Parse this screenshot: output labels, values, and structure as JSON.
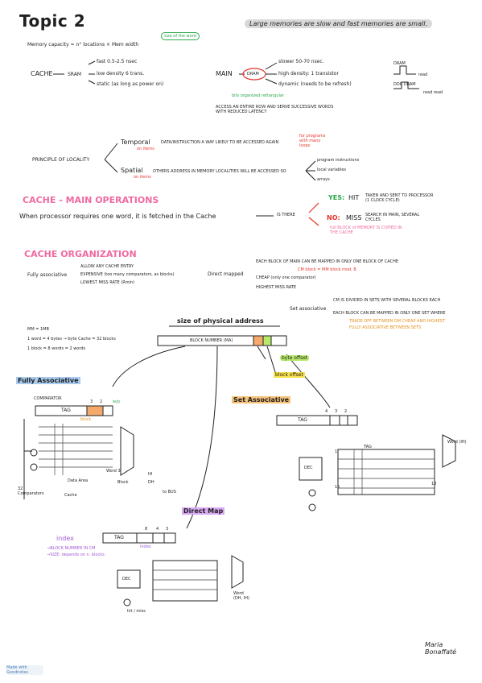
{
  "title": "Topic 2",
  "note_top": "Large memories are slow and fast memories are small.",
  "memory_capacity": "Memory capacity = n° locations × Mem width",
  "size_of_the_word": "size of the word",
  "cache": {
    "label": "CACHE",
    "tech": "SRAM",
    "items": [
      "fast 0.5-2.5 nsec",
      "low density 6 trans.",
      "static (as long as power on)"
    ]
  },
  "main": {
    "label": "MAIN",
    "tech": "DRAM",
    "items": [
      "slower 50-70 nsec.",
      "high density: 1 transistor",
      "dynamic (needs to be refresh)"
    ],
    "organized": "bits organized rettangular",
    "access": "ACCESS AN ENTIRE ROW AND SERVE SUCCESSIVE WORDS WITH REDUCED LATENCY",
    "dram_label": "DRAM",
    "ddr_label": "DDR DRAM",
    "read": "read",
    "read_write": "read read"
  },
  "locality": {
    "label": "PRINCIPLE OF LOCALITY",
    "temporal": "Temporal",
    "temporal_text": "DATA/INSTRUCTION A WAY LIKELY TO BE ACCESSED AGAIN",
    "temporal_note": "on items",
    "temporal_side": "for programs with many loops",
    "spatial": "Spatial",
    "spatial_text": "OTHERS ADDRESS IN MEMORY LOCALITIES WILL BE ACCESSED SO",
    "spatial_note": "on items",
    "spatial_list": [
      "program instructions",
      "local variables",
      "arrays"
    ]
  },
  "cache_ops": {
    "title": "CACHE - MAIN OPERATIONS",
    "sentence": "When processor requires one word, it is fetched in the Cache",
    "is_there": "IS THERE",
    "yes": "YES:",
    "hit": "HIT",
    "hit_text": "TAKEN AND SENT TO PROCESSOR (1 CLOCK CYCLE)",
    "no": "NO:",
    "miss": "MISS",
    "miss_text": "SEARCH IN MAIN, SEVERAL CYCLES",
    "miss_note": "full BLOCK of MEMORY IS COPIED IN THE CACHE"
  },
  "cache_org": {
    "title": "CACHE ORGANIZATION",
    "fully": "Fully associative",
    "fully_items": [
      "ALLOW ANY CACHE ENTRY",
      "EXPENSIVE (too many comparators, as blocks)",
      "LOWEST MISS RATE (Rmin)"
    ],
    "direct": "Direct mapped",
    "direct_items": [
      "EACH BLOCK OF MAIN CAN BE MAPPED IN ONLY ONE BLOCK OF CACHE",
      "CM block = MM block mod. B",
      "CHEAP (only one comparator)",
      "HIGHEST MISS RATE"
    ],
    "set": "Set associative",
    "set_items": [
      "CM IS DIVIDED IN SETS WITH SEVERAL BLOCKS EACH",
      "EACH BLOCK CAN BE MAPPED IN ONLY ONE SET WHERE",
      "TRADE OFF BETWEEN DM CHEAP AND HIGHEST",
      "FULLY ASSOCIATIVE BETWEEN SETS"
    ]
  },
  "calc": [
    "MM = 1MB",
    "1 word = 4 bytes → byte Cache = 32 blocks",
    "1 block = 8 words = 2 words"
  ],
  "address": {
    "title": "size of physical address",
    "block_number": "BLOCK NUMBER (MA)",
    "byte_offset": "byte offset",
    "block_offset": "block offset"
  },
  "fully_diag": {
    "title": "Fully Associative",
    "comparator": "COMPARATOR",
    "tag": "TAG",
    "n3": "3",
    "n2": "2",
    "wp": "w/p",
    "block": "block",
    "data_area": "Data Area",
    "cache": "Cache",
    "comparators": "32 Comparators",
    "block_label": "Block",
    "word": "Word 3",
    "ih": "IH",
    "dh": "DH",
    "bus": "to BUS"
  },
  "set_diag": {
    "title": "Set Associative",
    "tag": "TAG",
    "n4": "4",
    "n3": "3",
    "n2": "2",
    "dec": "DEC",
    "n1": "1",
    "n15": "15",
    "n13": "13",
    "tag2": "TAG",
    "word": "Word (IH)"
  },
  "direct_diag": {
    "title": "Direct Map",
    "tag": "TAG",
    "index": "index",
    "n8": "8",
    "n4": "4",
    "n3": "3",
    "dec": "DEC",
    "hit": "hit / miss",
    "word": "Word (DH, IH)",
    "index_title": "index",
    "index_items": [
      "→BLOCK NUMBER IN CM",
      "→SIZE: depends on n. blocks"
    ]
  },
  "signature": "Maria Bonaffaté",
  "watermark": "Made with Goodnotes"
}
